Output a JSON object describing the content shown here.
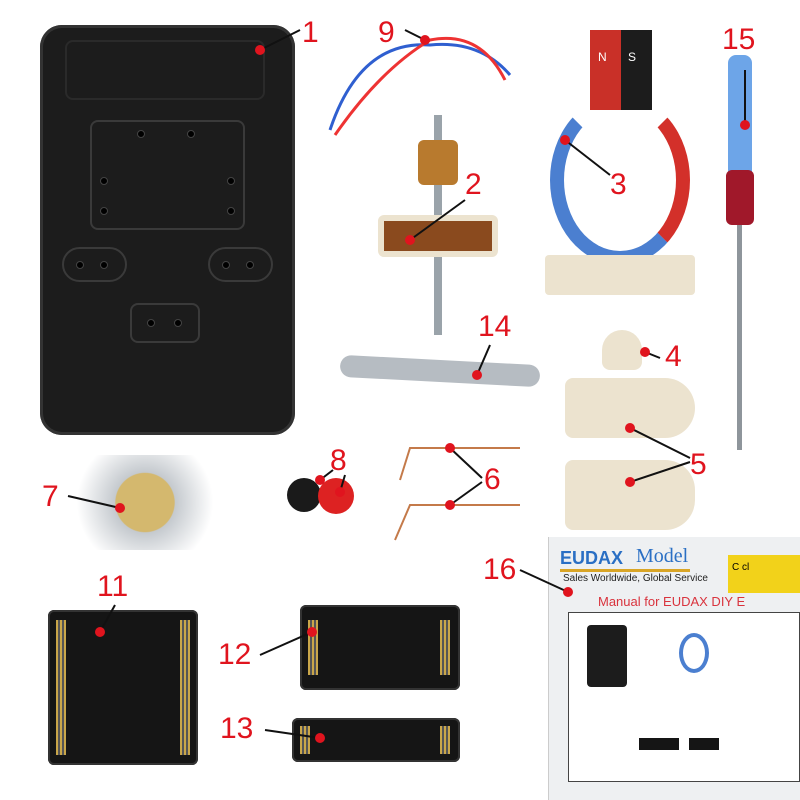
{
  "labels": {
    "n1": "1",
    "n2": "2",
    "n3": "3",
    "n4": "4",
    "n5": "5",
    "n6": "6",
    "n7": "7",
    "n8": "8",
    "n9": "9",
    "n11": "11",
    "n12": "12",
    "n13": "13",
    "n14": "14",
    "n15": "15",
    "n16": "16"
  },
  "magnet": {
    "north": "N",
    "south": "S"
  },
  "manual": {
    "brand": "EUDAX",
    "model": "Model",
    "slogan": "Sales Worldwide, Global Service",
    "title": "Manual for EUDAX DIY E",
    "yellow_note": "C\ncl"
  },
  "colors": {
    "label": "#e0141e",
    "accent_blue": "#2a6fc4"
  }
}
